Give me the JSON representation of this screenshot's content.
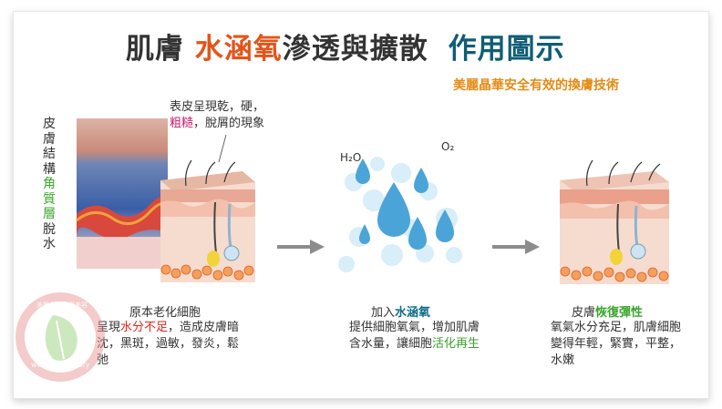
{
  "title": {
    "part1": "肌膚",
    "part2": "水涵氧",
    "part3": "滲透與擴散",
    "part4": "作用圖示"
  },
  "subtitle": "美麗晶華安全有效的換膚技術",
  "skin_structure_label": {
    "line1": [
      "皮",
      "膚",
      "結",
      "構"
    ],
    "line2": [
      "角",
      "質",
      "層"
    ],
    "line3": [
      "脫",
      "水"
    ]
  },
  "callout": {
    "line1": "表皮呈現乾，硬，",
    "highlight": "粗糙",
    "line2_rest": "，脫屑的現象"
  },
  "panels": [
    {
      "caption": "原本老化細胞",
      "desc_a": "呈現",
      "desc_red": "水分不足",
      "desc_b": "，造成皮膚暗沈，黑斑，過敏，發炎，鬆弛"
    },
    {
      "caption_a": "加入",
      "caption_teal": "水涵氧",
      "desc_a": "提供細胞氧氣，增加肌膚含水量，讓細胞",
      "desc_green": "活化再生",
      "h2o_label": "H₂O",
      "o2_label": "O₂"
    },
    {
      "caption_a": "皮膚",
      "caption_green": "恢復彈性",
      "desc": "氧氣水分充足，肌膚細胞變得年輕，緊實，平整，水嫩"
    }
  ],
  "watermark": {
    "ring_text": "美麗晶華醫學美容",
    "bottom_text": "www.104beauty"
  },
  "colors": {
    "orange": "#e45419",
    "teal": "#0f5d76",
    "subtitle": "#e58b16",
    "magenta": "#c8176d",
    "green": "#3aa52b",
    "red": "#e0261b"
  }
}
